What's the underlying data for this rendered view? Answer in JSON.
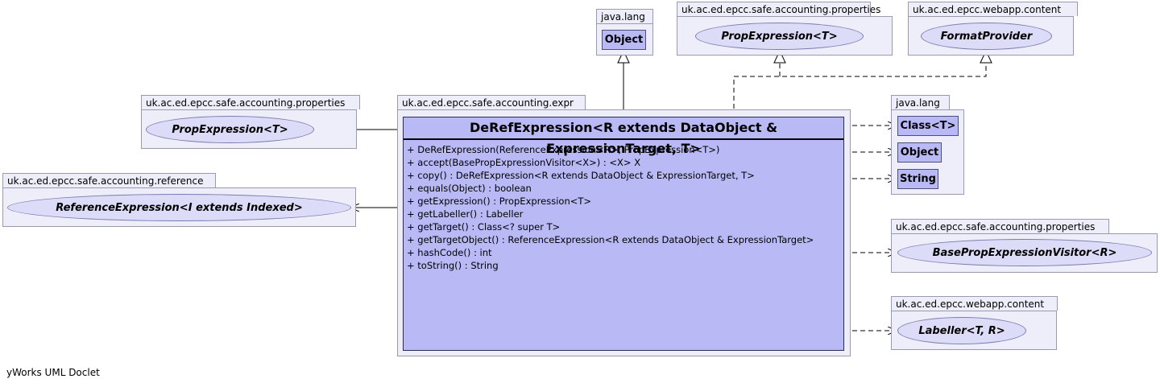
{
  "packages": {
    "java_lang_top": "java.lang",
    "props_top": "uk.ac.ed.epcc.safe.accounting.properties",
    "webapp_top": "uk.ac.ed.epcc.webapp.content",
    "props_left": "uk.ac.ed.epcc.safe.accounting.properties",
    "expr": "uk.ac.ed.epcc.safe.accounting.expr",
    "java_lang_right": "java.lang",
    "reference": "uk.ac.ed.epcc.safe.accounting.reference",
    "props_right": "uk.ac.ed.epcc.safe.accounting.properties",
    "webapp_right": "uk.ac.ed.epcc.webapp.content"
  },
  "types": {
    "object_top": "Object",
    "propexpr_top": "PropExpression<T>",
    "formatprovider": "FormatProvider",
    "propexpr_left": "PropExpression<T>",
    "refexpr": "ReferenceExpression<I extends Indexed>",
    "class_t": "Class<T>",
    "object_right": "Object",
    "string": "String",
    "basevisitor": "BasePropExpressionVisitor<R>",
    "labeller": "Labeller<T, R>"
  },
  "main_class": {
    "title": "DeRefExpression<R extends DataObject & ExpressionTarget, T>",
    "members": [
      "+  DeRefExpression(ReferenceExpression<R>, PropExpression<T>)",
      "+  accept(BasePropExpressionVisitor<X>) :  <X> X",
      "+  copy() : DeRefExpression<R extends DataObject & ExpressionTarget, T>",
      "+  equals(Object) : boolean",
      "+  getExpression() : PropExpression<T>",
      "+  getLabeller() : Labeller",
      "+  getTarget() : Class<? super T>",
      "+  getTargetObject() : ReferenceExpression<R extends DataObject & ExpressionTarget>",
      "+  hashCode() : int",
      "+  toString() : String"
    ]
  },
  "footer": "yWorks UML Doclet"
}
